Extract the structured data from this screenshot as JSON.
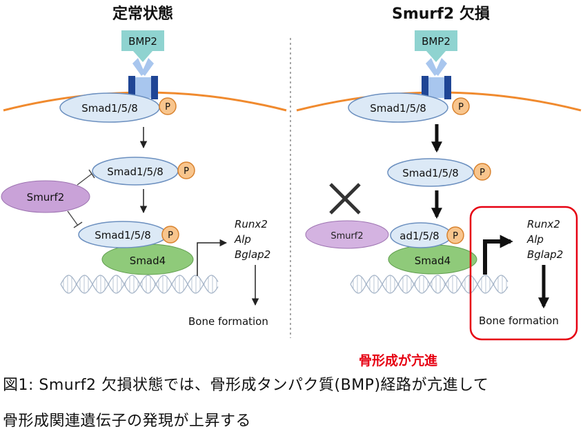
{
  "panels": {
    "left_title": "定常状態",
    "right_title": "Smurf2 欠損"
  },
  "labels": {
    "bmp2": "BMP2",
    "smad158": "Smad1/5/8",
    "smad158_cut": "ad1/5/8",
    "p": "P",
    "smurf2": "Smurf2",
    "smad4": "Smad4",
    "runx2": "Runx2",
    "alp": "Alp",
    "bglap2": "Bglap2",
    "bone_formation": "Bone formation"
  },
  "annotation": "骨形成が亢進",
  "caption": {
    "line1": "図1: Smurf2 欠損状態では、骨形成タンパク質(BMP)経路が亢進して",
    "line2": "骨形成関連遺伝子の発現が上昇する"
  },
  "colors": {
    "membrane": "#f08a2e",
    "bmp2_box": "#8fd3d0",
    "receptor_light": "#a8c6ee",
    "receptor_dark": "#1f4595",
    "smad158_fill": "#dce9f6",
    "smad158_stroke": "#6b8fbf",
    "p_fill": "#f8c58d",
    "p_stroke": "#d8822e",
    "smurf2_fill": "#c9a2d8",
    "smad4_fill": "#8fca7a",
    "dna": "#a7b6c9",
    "highlight": "#e60012"
  }
}
